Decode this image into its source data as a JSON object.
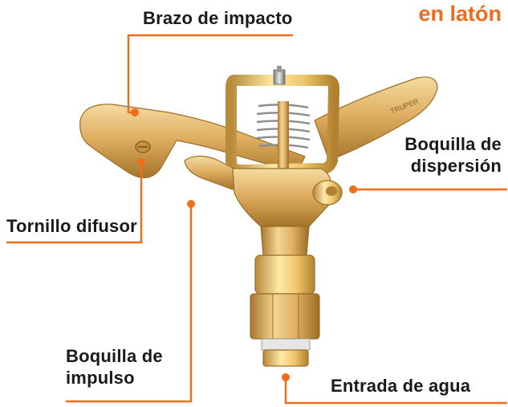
{
  "title": "en latón",
  "colors": {
    "accent": "#ef6c1a",
    "brass_light": "#f0cf8a",
    "brass": "#d9a85a",
    "brass_dark": "#a8772d",
    "text": "#1a1a1a"
  },
  "labels": {
    "brazo": "Brazo de impacto",
    "dispersion_1": "Boquilla de",
    "dispersion_2": "dispersión",
    "tornillo": "Tornillo difusor",
    "impulso_1": "Boquilla de",
    "impulso_2": "impulso",
    "entrada": "Entrada de agua"
  },
  "product": {
    "brand_engraving": "TRUPER",
    "icon": "impact-sprinkler-illustration"
  }
}
